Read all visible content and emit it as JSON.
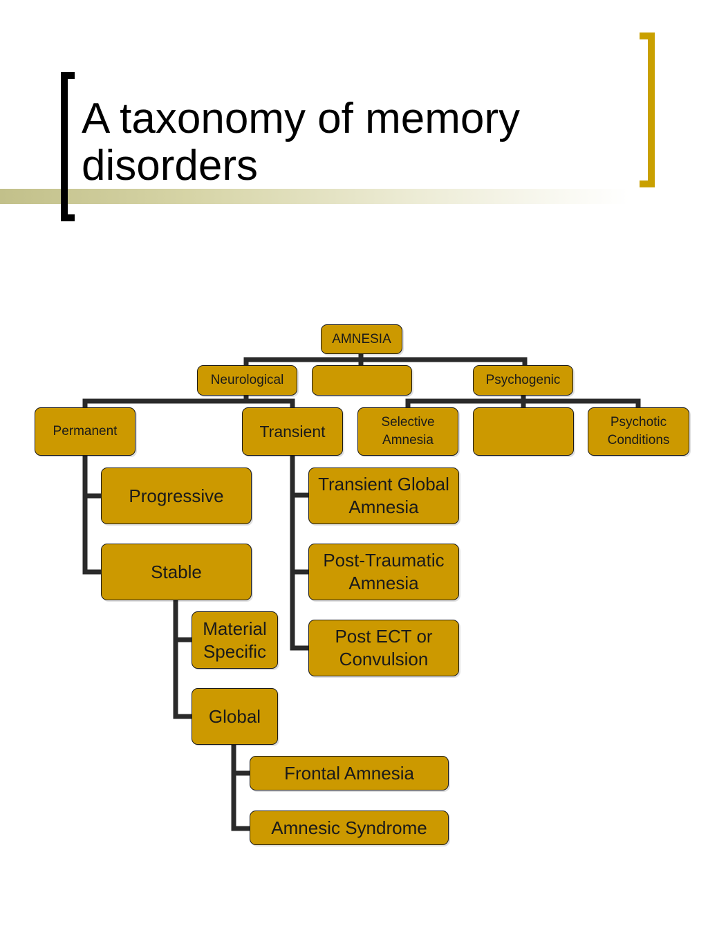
{
  "slide": {
    "title": "A taxonomy of memory disorders",
    "accent_color": "#c9a000",
    "node_color": "#cc9900"
  },
  "diagram": {
    "nodes": {
      "amnesia": "AMNESIA",
      "neurological": "Neurological",
      "unlabeled_middle": "",
      "psychogenic": "Psychogenic",
      "permanent": "Permanent",
      "transient": "Transient",
      "selective_amnesia": "Selective Amnesia",
      "unlabeled_psychogenic": "",
      "psychotic_conditions": "Psychotic Conditions",
      "progressive": "Progressive",
      "stable": "Stable",
      "material_specific": "Material Specific",
      "global": "Global",
      "frontal_amnesia": "Frontal Amnesia",
      "amnesic_syndrome": "Amnesic Syndrome",
      "transient_global_amnesia": "Transient Global Amnesia",
      "post_traumatic_amnesia": "Post-Traumatic Amnesia",
      "post_ect": "Post ECT or Convulsion"
    }
  }
}
